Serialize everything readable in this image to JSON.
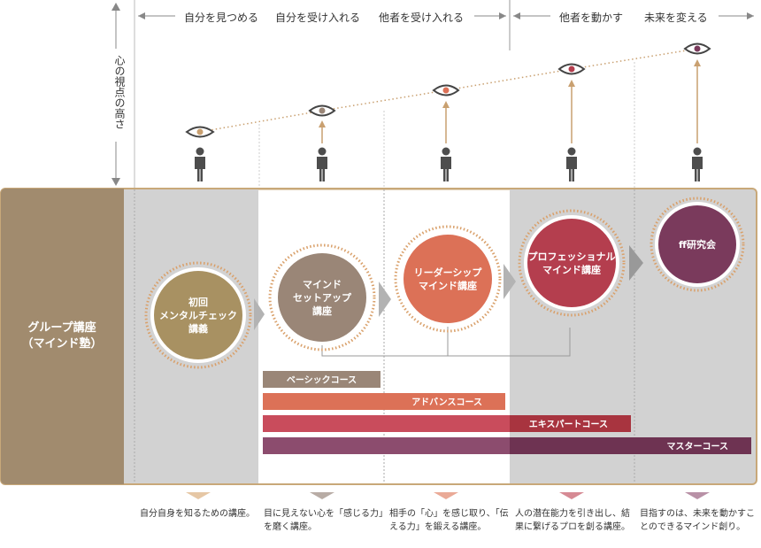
{
  "top_labels": {
    "self_view": "自分を見つめる",
    "self_accept": "自分を受け入れる",
    "other_accept": "他者を受け入れる",
    "move_others": "他者を動かす",
    "change_future": "未来を変える"
  },
  "vertical_axis_label": "心の視点の高さ",
  "group_label": {
    "line1": "グループ講座",
    "line2": "（マインド塾）"
  },
  "courses": [
    {
      "lines": [
        "初回",
        "メンタルチェック",
        "講義"
      ],
      "color": "#a89162"
    },
    {
      "lines": [
        "マインド",
        "セットアップ",
        "講座"
      ],
      "color": "#9a8677"
    },
    {
      "lines": [
        "リーダーシップ",
        "マインド講座"
      ],
      "color": "#dc7157"
    },
    {
      "lines": [
        "プロフェッショナル",
        "マインド講座"
      ],
      "color": "#b43e4e"
    },
    {
      "lines": [
        "ff研究会"
      ],
      "color": "#7a3a5c"
    }
  ],
  "bars": [
    {
      "label": "ベーシックコース",
      "color": "#9a8677"
    },
    {
      "label": "アドバンスコース",
      "color": "#dc7157"
    },
    {
      "label": "エキスパートコース",
      "color": "#c94c5c"
    },
    {
      "label": "マスターコース",
      "color": "#8c4c6e"
    }
  ],
  "descriptions": [
    "自分自身を知るための講座。",
    "目に見えない心を「感じる力」を磨く講座。",
    "相手の「心」を感じ取り、「伝える力」を鍛える講座。",
    "人の潜在能力を引き出し、結果に繋げるプロを創る講座。",
    "目指すのは、未来を動かすことのできるマインド創り。"
  ],
  "colors": {
    "frame_border": "#c8a879",
    "left_panel": "#a18b6e",
    "gray_panel": "#cfcfcf",
    "gold_arrow": "#c9a070",
    "person": "#4d4d4d"
  }
}
